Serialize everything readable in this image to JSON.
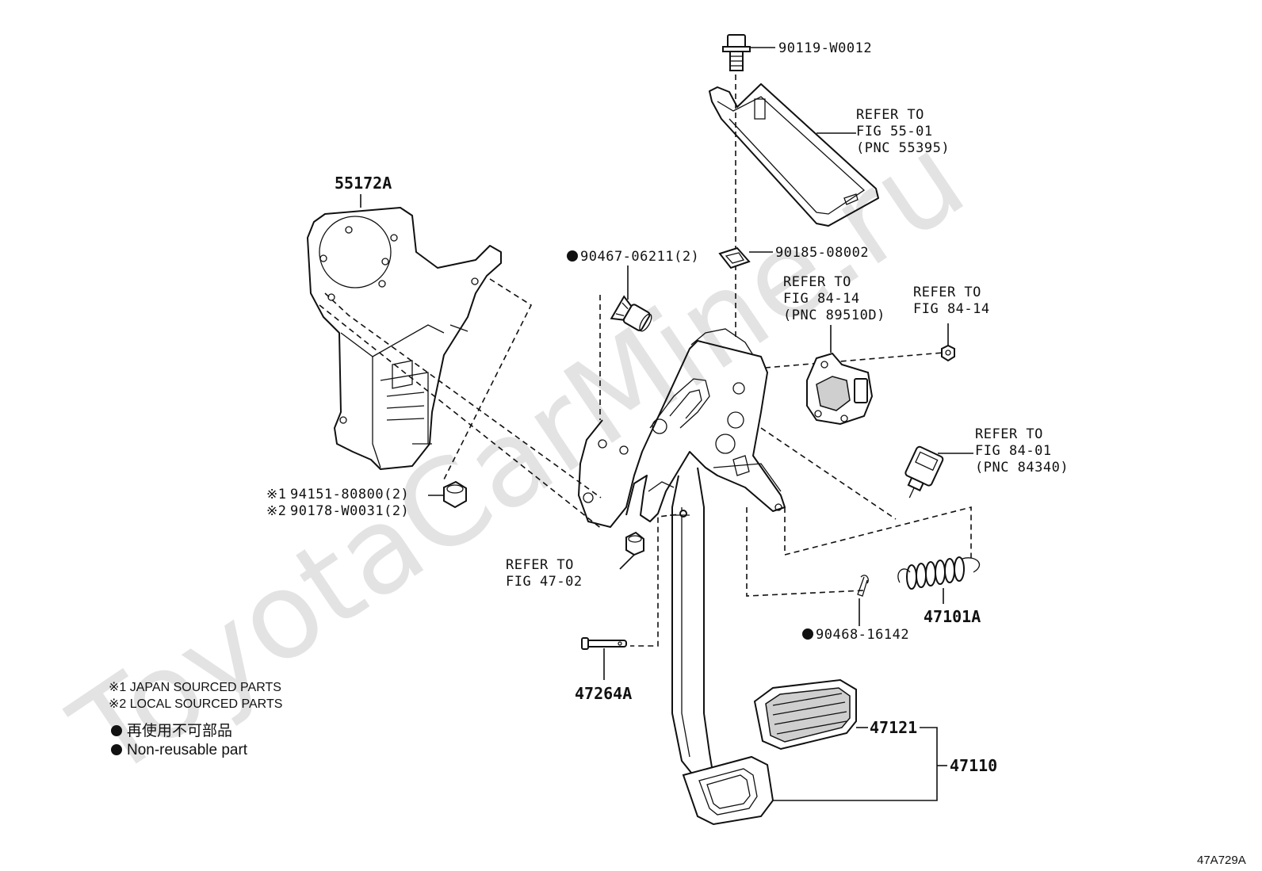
{
  "watermark": "ToyotaCarMine.ru",
  "diagram_code": "47A729A",
  "labels": {
    "bolt_top": "90119-W0012",
    "refer_55_line1": "REFER TO",
    "refer_55_line2": "FIG 55-01",
    "refer_55_line3": "(PNC 55395)",
    "bracket": "55172A",
    "clip_mark": "●",
    "clip": "90467-06211(2)",
    "nut_clip": "90185-08002",
    "refer_84_14a_line1": "REFER TO",
    "refer_84_14a_line2": "FIG 84-14",
    "refer_84_14a_line3": "(PNC 89510D)",
    "refer_84_14b_line1": "REFER TO",
    "refer_84_14b_line2": "FIG 84-14",
    "refer_84_01_line1": "REFER TO",
    "refer_84_01_line2": "FIG 84-01",
    "refer_84_01_line3": "(PNC 84340)",
    "nut1_prefix": "※1",
    "nut1": "94151-80800(2)",
    "nut2_prefix": "※2",
    "nut2": "90178-W0031(2)",
    "refer_47_line1": "REFER TO",
    "refer_47_line2": "FIG 47-02",
    "spring": "47101A",
    "pin_mark": "●",
    "pin": "90468-16142",
    "shaft": "47264A",
    "pad": "47121",
    "pedal": "47110"
  },
  "legend": {
    "note1": "※1 JAPAN SOURCED PARTS",
    "note2": "※2 LOCAL SOURCED PARTS",
    "bullet": "●",
    "note3": "再使用不可部品",
    "note4": "Non-reusable part"
  },
  "icons": [
    "bolt-icon",
    "bracket-icon",
    "clip-icon",
    "nut-icon",
    "switch-icon",
    "spring-icon",
    "pin-icon",
    "pedal-icon",
    "pedal-pad-icon"
  ]
}
